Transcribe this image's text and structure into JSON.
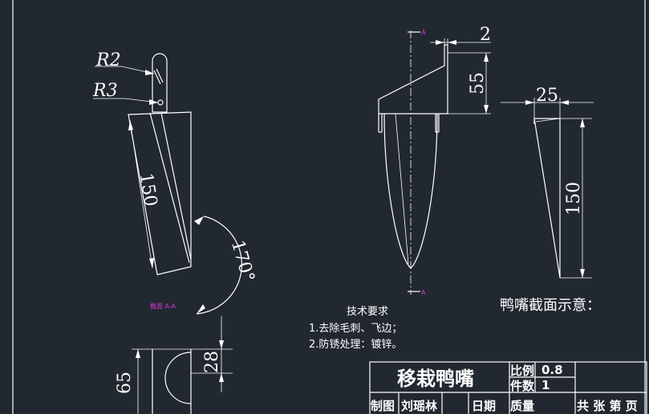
{
  "colors": {
    "background": "#212830",
    "line": "#ffffff",
    "annotation": "#d23cd2",
    "marker": "#e8d400"
  },
  "dimensions": {
    "r2": "R2",
    "r3": "R3",
    "len150_left": "150",
    "angle": "170°",
    "thick2": "2",
    "height55": "55",
    "width25": "25",
    "len150_right": "150",
    "h65": "65",
    "h28": "28"
  },
  "section_label": "截面 A-A",
  "section_caption": "鸭嘴截面示意：",
  "tech": {
    "title": "技术要求",
    "items": [
      "1.去除毛刺、飞边；",
      "2.防锈处理：镀锌。"
    ]
  },
  "title_block": {
    "part_name": "移栽鸭嘴",
    "scale_label": "比例",
    "scale_value": "0.8",
    "qty_label": "件数",
    "qty_value": "1",
    "drawn_label": "制图",
    "drawn_by": "刘瑶林",
    "date_label": "日期",
    "mass_label": "质量",
    "sheet_text": "共 张 第 页"
  },
  "markers": {
    "top": "A",
    "bottom": "A"
  }
}
